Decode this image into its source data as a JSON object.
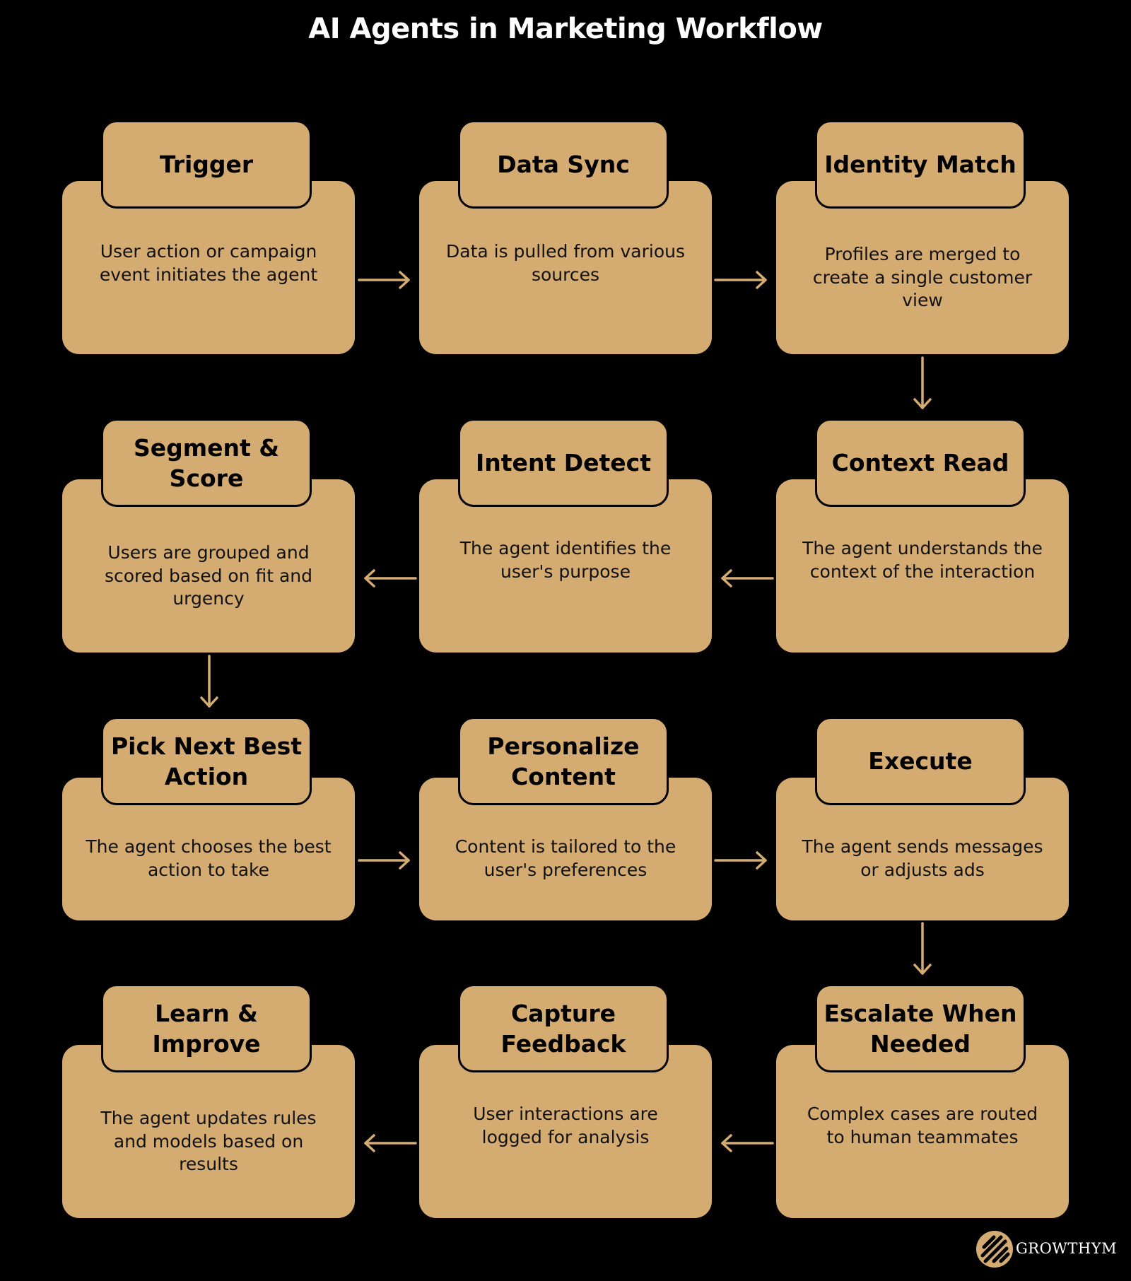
{
  "title": "AI Agents in Marketing Workflow",
  "steps": [
    {
      "title": "Trigger",
      "description": "User action or campaign event initiates the agent"
    },
    {
      "title": "Data Sync",
      "description": "Data is pulled from various sources"
    },
    {
      "title": "Identity Match",
      "description": "Profiles are merged to create a single customer view"
    },
    {
      "title": "Context Read",
      "description": "The agent understands the context of the interaction"
    },
    {
      "title": "Intent Detect",
      "description": "The agent identifies the user's purpose"
    },
    {
      "title": "Segment & Score",
      "description": "Users are grouped and scored based on fit and urgency"
    },
    {
      "title": "Pick Next Best Action",
      "description": "The agent chooses the best action to take"
    },
    {
      "title": "Personalize Content",
      "description": "Content is tailored to the user's preferences"
    },
    {
      "title": "Execute",
      "description": "The agent sends messages or adjusts ads"
    },
    {
      "title": "Escalate When Needed",
      "description": "Complex cases are routed to human teammates"
    },
    {
      "title": "Capture Feedback",
      "description": "User interactions are logged for analysis"
    },
    {
      "title": "Learn & Improve",
      "description": "The agent updates rules and models based on results"
    }
  ],
  "logo": {
    "name": "growthym-logo",
    "text": "GROWTHYM"
  },
  "colors": {
    "background": "#000000",
    "card": "#d4ac72",
    "text": "#000000",
    "title": "#ffffff",
    "arrow": "#d4ac72"
  }
}
